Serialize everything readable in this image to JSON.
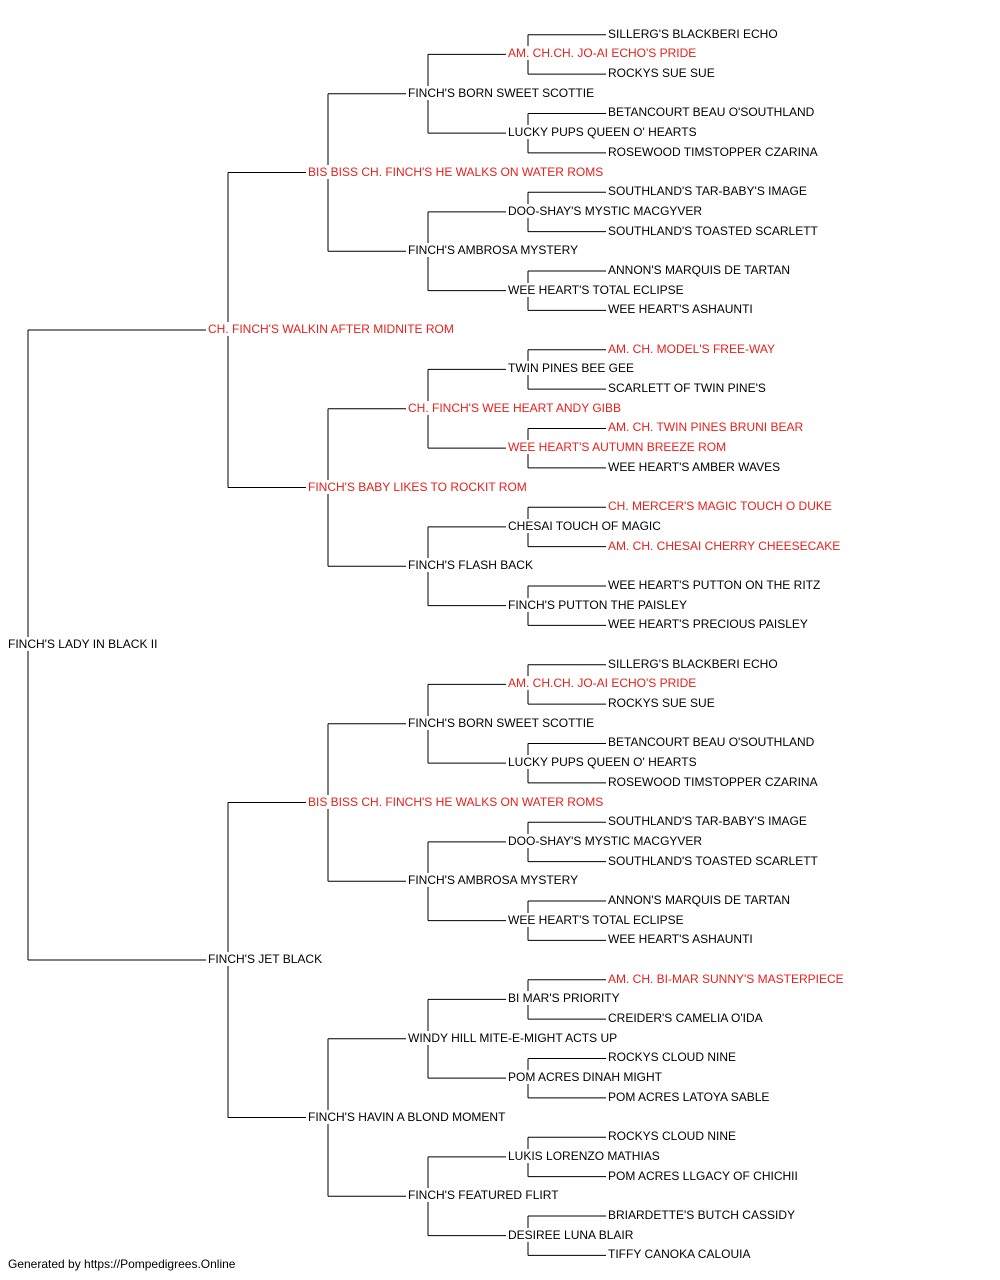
{
  "colors": {
    "champion": "#e8201c",
    "normal": "#000000",
    "line": "#000000"
  },
  "footer": "Generated by https://Pompedigrees.Online",
  "pedigree": {
    "name": "FINCH'S LADY IN BLACK II",
    "champion": false,
    "sire": {
      "name": "CH. FINCH'S WALKIN AFTER MIDNITE ROM",
      "champion": true,
      "sire": {
        "name": "BIS BISS CH. FINCH'S HE WALKS ON WATER ROMS",
        "champion": true,
        "sire": {
          "name": "FINCH'S BORN SWEET SCOTTIE",
          "champion": false,
          "sire": {
            "name": "AM. CH.CH. JO-AI ECHO'S PRIDE",
            "champion": true,
            "sire": {
              "name": "SILLERG'S BLACKBERI ECHO",
              "champion": false
            },
            "dam": {
              "name": "ROCKYS SUE SUE",
              "champion": false
            }
          },
          "dam": {
            "name": "LUCKY PUPS QUEEN O' HEARTS",
            "champion": false,
            "sire": {
              "name": "BETANCOURT BEAU O'SOUTHLAND",
              "champion": false
            },
            "dam": {
              "name": "ROSEWOOD TIMSTOPPER CZARINA",
              "champion": false
            }
          }
        },
        "dam": {
          "name": "FINCH'S AMBROSA MYSTERY",
          "champion": false,
          "sire": {
            "name": "DOO-SHAY'S MYSTIC MACGYVER",
            "champion": false,
            "sire": {
              "name": "SOUTHLAND'S TAR-BABY'S IMAGE",
              "champion": false
            },
            "dam": {
              "name": "SOUTHLAND'S TOASTED SCARLETT",
              "champion": false
            }
          },
          "dam": {
            "name": "WEE HEART'S TOTAL ECLIPSE",
            "champion": false,
            "sire": {
              "name": "ANNON'S MARQUIS DE TARTAN",
              "champion": false
            },
            "dam": {
              "name": "WEE HEART'S ASHAUNTI",
              "champion": false
            }
          }
        }
      },
      "dam": {
        "name": "FINCH'S BABY LIKES TO ROCKIT ROM",
        "champion": true,
        "sire": {
          "name": "CH. FINCH'S WEE HEART ANDY GIBB",
          "champion": true,
          "sire": {
            "name": "TWIN PINES BEE GEE",
            "champion": false,
            "sire": {
              "name": "AM. CH. MODEL'S FREE-WAY",
              "champion": true
            },
            "dam": {
              "name": "SCARLETT OF TWIN PINE'S",
              "champion": false
            }
          },
          "dam": {
            "name": "WEE HEART'S AUTUMN BREEZE ROM",
            "champion": true,
            "sire": {
              "name": "AM. CH. TWIN PINES BRUNI BEAR",
              "champion": true
            },
            "dam": {
              "name": "WEE HEART'S AMBER WAVES",
              "champion": false
            }
          }
        },
        "dam": {
          "name": "FINCH'S FLASH BACK",
          "champion": false,
          "sire": {
            "name": "CHESAI TOUCH OF MAGIC",
            "champion": false,
            "sire": {
              "name": "CH. MERCER'S MAGIC TOUCH O DUKE",
              "champion": true
            },
            "dam": {
              "name": "AM. CH. CHESAI CHERRY CHEESECAKE",
              "champion": true
            }
          },
          "dam": {
            "name": "FINCH'S PUTTON THE PAISLEY",
            "champion": false,
            "sire": {
              "name": "WEE HEART'S PUTTON ON THE RITZ",
              "champion": false
            },
            "dam": {
              "name": "WEE HEART'S PRECIOUS PAISLEY",
              "champion": false
            }
          }
        }
      }
    },
    "dam": {
      "name": "FINCH'S JET BLACK",
      "champion": false,
      "sire": {
        "name": "BIS BISS CH. FINCH'S HE WALKS ON WATER ROMS",
        "champion": true,
        "sire": {
          "name": "FINCH'S BORN SWEET SCOTTIE",
          "champion": false,
          "sire": {
            "name": "AM. CH.CH. JO-AI ECHO'S PRIDE",
            "champion": true,
            "sire": {
              "name": "SILLERG'S BLACKBERI ECHO",
              "champion": false
            },
            "dam": {
              "name": "ROCKYS SUE SUE",
              "champion": false
            }
          },
          "dam": {
            "name": "LUCKY PUPS QUEEN O' HEARTS",
            "champion": false,
            "sire": {
              "name": "BETANCOURT BEAU O'SOUTHLAND",
              "champion": false
            },
            "dam": {
              "name": "ROSEWOOD TIMSTOPPER CZARINA",
              "champion": false
            }
          }
        },
        "dam": {
          "name": "FINCH'S AMBROSA MYSTERY",
          "champion": false,
          "sire": {
            "name": "DOO-SHAY'S MYSTIC MACGYVER",
            "champion": false,
            "sire": {
              "name": "SOUTHLAND'S TAR-BABY'S IMAGE",
              "champion": false
            },
            "dam": {
              "name": "SOUTHLAND'S TOASTED SCARLETT",
              "champion": false
            }
          },
          "dam": {
            "name": "WEE HEART'S TOTAL ECLIPSE",
            "champion": false,
            "sire": {
              "name": "ANNON'S MARQUIS DE TARTAN",
              "champion": false
            },
            "dam": {
              "name": "WEE HEART'S ASHAUNTI",
              "champion": false
            }
          }
        }
      },
      "dam": {
        "name": "FINCH'S HAVIN A BLOND MOMENT",
        "champion": false,
        "sire": {
          "name": "WINDY HILL MITE-E-MIGHT ACTS UP",
          "champion": false,
          "sire": {
            "name": "BI MAR'S PRIORITY",
            "champion": false,
            "sire": {
              "name": "AM. CH. BI-MAR SUNNY'S MASTERPIECE",
              "champion": true
            },
            "dam": {
              "name": "CREIDER'S CAMELIA O'IDA",
              "champion": false
            }
          },
          "dam": {
            "name": "POM ACRES DINAH MIGHT",
            "champion": false,
            "sire": {
              "name": "ROCKYS CLOUD NINE",
              "champion": false
            },
            "dam": {
              "name": "POM ACRES LATOYA SABLE",
              "champion": false
            }
          }
        },
        "dam": {
          "name": "FINCH'S FEATURED FLIRT",
          "champion": false,
          "sire": {
            "name": "LUKIS LORENZO MATHIAS",
            "champion": false,
            "sire": {
              "name": "ROCKYS CLOUD NINE",
              "champion": false
            },
            "dam": {
              "name": "POM ACRES LLGACY OF CHICHII",
              "champion": false
            }
          },
          "dam": {
            "name": "DESIREE LUNA BLAIR",
            "champion": false,
            "sire": {
              "name": "BRIARDETTE'S BUTCH CASSIDY",
              "champion": false
            },
            "dam": {
              "name": "TIFFY CANOKA CALOUIA",
              "champion": false
            }
          }
        }
      }
    }
  }
}
